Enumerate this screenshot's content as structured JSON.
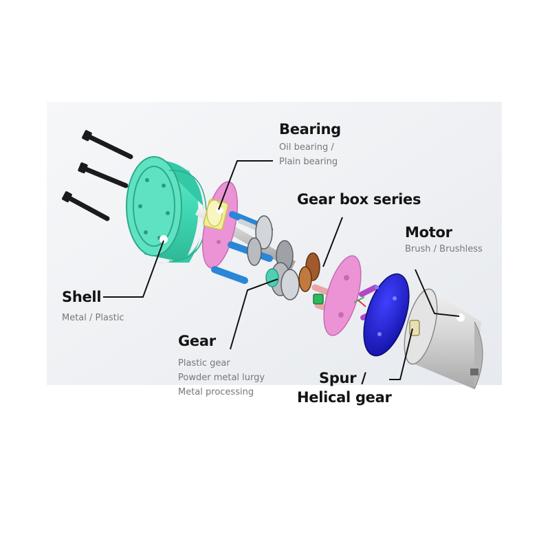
{
  "colors": {
    "background": "#ffffff",
    "shell": "#3fd8b4",
    "bearing": "#f2ee9a",
    "plate": "#ec93d6",
    "rotor": "#1f1fcc",
    "motor": "#c8c8c8",
    "pins": "#2a86d6",
    "label_title": "#141414",
    "label_sub": "#777777"
  },
  "labels": {
    "bearing": {
      "title": "Bearing",
      "sub": [
        "Oil bearing /",
        "Plain bearing"
      ]
    },
    "gearbox": {
      "title": "Gear box series"
    },
    "motor": {
      "title": "Motor",
      "sub": [
        "Brush / Brushless"
      ]
    },
    "shell": {
      "title": "Shell",
      "sub": [
        "Metal / Plastic"
      ]
    },
    "gear": {
      "title": "Gear",
      "sub": [
        "Plastic gear",
        "Powder metal lurgy",
        "Metal processing"
      ]
    },
    "spur": {
      "title": [
        "Spur /",
        "Helical gear"
      ]
    }
  },
  "icons": [
    "screw-icon",
    "shell-icon",
    "bearing-icon",
    "gear-icon",
    "plate-icon",
    "rotor-icon",
    "motor-icon"
  ]
}
